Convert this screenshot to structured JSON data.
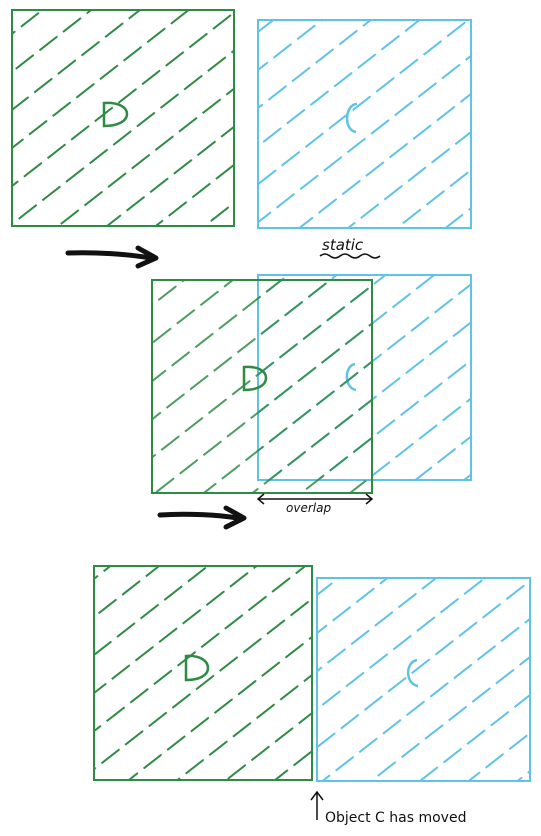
{
  "colors": {
    "object_d": "#2e8b45",
    "object_c": "#5ec3e6",
    "ink": "#111111"
  },
  "panels": [
    {
      "step": 1,
      "object_d_letter": "D",
      "object_c_letter": "C",
      "note": "static"
    },
    {
      "step": 2,
      "object_d_letter": "D",
      "object_c_letter": "C",
      "note": "overlap"
    },
    {
      "step": 3,
      "object_d_letter": "D",
      "object_c_letter": "C",
      "note": "Object C has moved"
    }
  ],
  "arrows": [
    {
      "icon": "right-arrow-icon",
      "meaning": "motion"
    },
    {
      "icon": "right-arrow-icon",
      "meaning": "motion"
    }
  ],
  "pointer_icon": "up-arrow-icon"
}
